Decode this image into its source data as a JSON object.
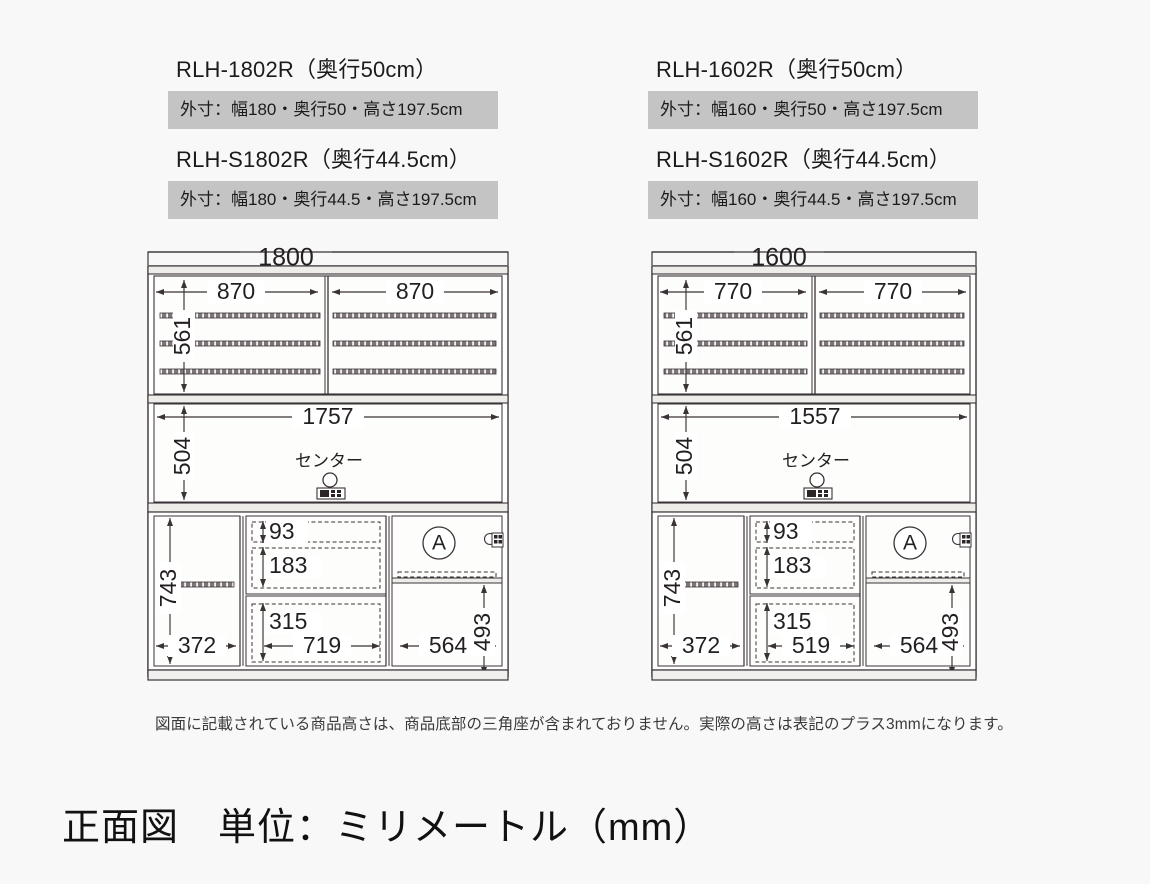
{
  "page": {
    "background": "#f8f8f8",
    "title": "正面図　単位：ミリメートル（mm）",
    "footnote": "図面に記載されている商品高さは、商品底部の三角座が含まれておりません。実際の高さは表記のプラス3mmになります。",
    "band_color": "#c4c4c4",
    "line_color": "#3a3336"
  },
  "headers": {
    "left": {
      "model_a": "RLH-1802R（奥行50cm）",
      "spec_a": "外寸：幅180・奥行50・高さ197.5cm",
      "model_b": "RLH-S1802R（奥行44.5cm）",
      "spec_b": "外寸：幅180・奥行44.5・高さ197.5cm"
    },
    "right": {
      "model_a": "RLH-1602R（奥行50cm）",
      "spec_a": "外寸：幅160・奥行50・高さ197.5cm",
      "model_b": "RLH-S1602R（奥行44.5cm）",
      "spec_b": "外寸：幅160・奥行44.5・高さ197.5cm"
    }
  },
  "chart_data": {
    "type": "diagram",
    "title": "正面図　単位：ミリメートル（mm）",
    "units": "mm",
    "view": "front elevation",
    "drawings": [
      {
        "id": "left",
        "model": "RLH-1802R / RLH-S1802R",
        "overall_width": "1800",
        "dimensions": {
          "overall_width": "1800",
          "upper_left_section": "870",
          "upper_right_section": "870",
          "upper_height": "561",
          "middle_width": "1757",
          "middle_height": "504",
          "lower_left_height": "743",
          "lower_left_width": "372",
          "drawer_top": "93",
          "drawer_middle": "183",
          "drawer_bottom": "315",
          "drawer_width": "719",
          "right_cabinet_width": "564",
          "right_cabinet_height": "493"
        },
        "labels": {
          "center": "センター",
          "section_mark": "A"
        }
      },
      {
        "id": "right",
        "model": "RLH-1602R / RLH-S1602R",
        "overall_width": "1600",
        "dimensions": {
          "overall_width": "1600",
          "upper_left_section": "770",
          "upper_right_section": "770",
          "upper_height": "561",
          "middle_width": "1557",
          "middle_height": "504",
          "lower_left_height": "743",
          "lower_left_width": "372",
          "drawer_top": "93",
          "drawer_middle": "183",
          "drawer_bottom": "315",
          "drawer_width": "519",
          "right_cabinet_width": "564",
          "right_cabinet_height": "493"
        },
        "labels": {
          "center": "センター",
          "section_mark": "A"
        }
      }
    ]
  }
}
